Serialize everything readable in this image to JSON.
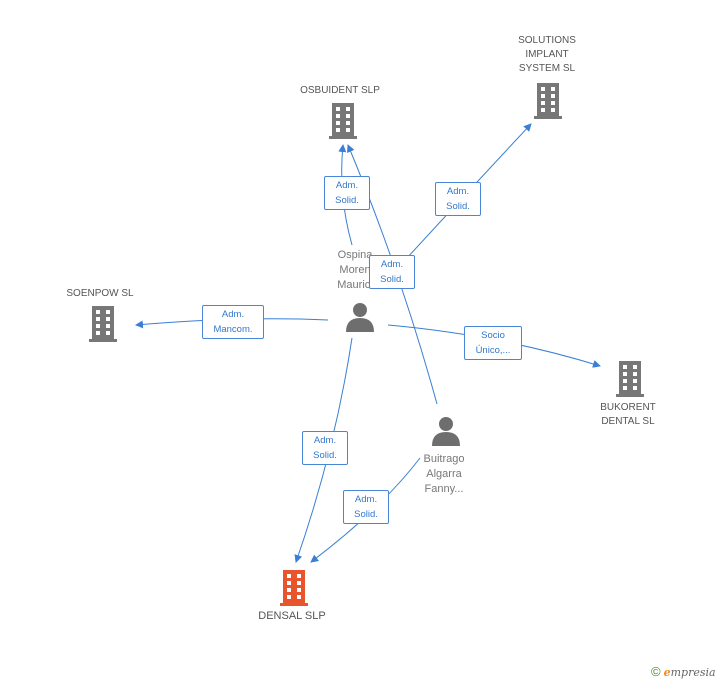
{
  "colors": {
    "edge": "#3a7fd5",
    "company_icon": "#777777",
    "company_icon_highlight": "#e8542b",
    "person_icon": "#6e6e6e"
  },
  "companies": {
    "osbuident": {
      "name": "OSBUIDENT SLP"
    },
    "solutions": {
      "line1": "SOLUTIONS",
      "line2": "IMPLANT",
      "line3": "SYSTEM SL"
    },
    "soenpow": {
      "name": "SOENPOW SL"
    },
    "bukorent": {
      "line1": "BUKORENT",
      "line2": "DENTAL SL"
    },
    "densal": {
      "name": "DENSAL SLP"
    }
  },
  "persons": {
    "ospina": {
      "line1": "Ospina",
      "line2": "Moren",
      "line3": "Maurici"
    },
    "buitrago": {
      "line1": "Buitrago",
      "line2": "Algarra",
      "line3": "Fanny..."
    }
  },
  "relations": {
    "ospina_osbuident": {
      "line1": "Adm.",
      "line2": "Solid."
    },
    "ospina_solutions": {
      "line1": "Adm.",
      "line2": "Solid."
    },
    "buitrago_osbuident": {
      "line1": "Adm.",
      "line2": "Solid."
    },
    "ospina_soenpow": {
      "line1": "Adm.",
      "line2": "Mancom."
    },
    "ospina_bukorent": {
      "line1": "Socio",
      "line2": "Único,..."
    },
    "ospina_densal": {
      "line1": "Adm.",
      "line2": "Solid."
    },
    "buitrago_densal": {
      "line1": "Adm.",
      "line2": "Solid."
    }
  },
  "footer": {
    "copyright": "©",
    "brand_e": "e",
    "brand_rest": "mpresia"
  }
}
